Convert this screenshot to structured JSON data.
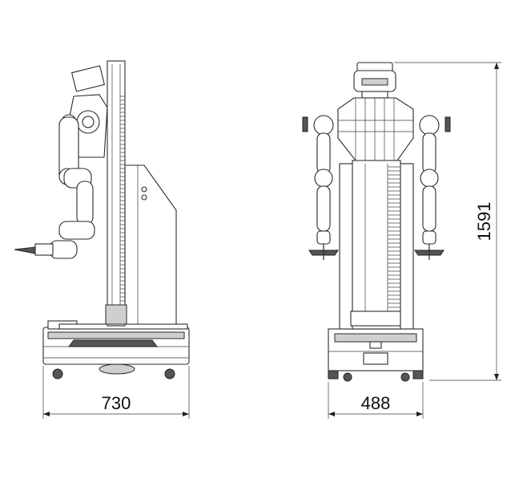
{
  "dimensions": {
    "side_depth": "730",
    "front_width": "488",
    "height": "1591"
  }
}
